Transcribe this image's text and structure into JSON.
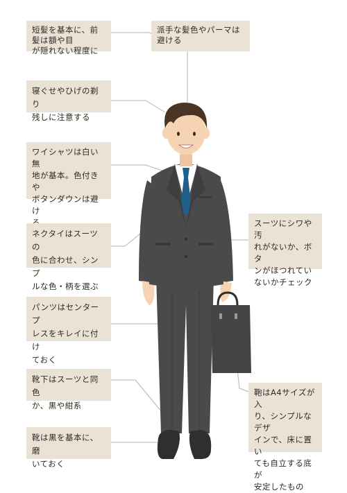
{
  "notes": {
    "short_hair": "短髪を基本に、前髪は額や目\nが隠れない程度に",
    "hair_color": "派手な髪色やパーマは\n避ける",
    "grooming": "寝ぐせやひげの剃り\n残しに注意する",
    "shirt": "ワイシャツは白い無\n地が基本。色付きや\nボタンダウンは避け\nる",
    "tie": "ネクタイはスーツの\n色に合わせ、シンプ\nルな色・柄を選ぶ",
    "suit": "スーツにシワや汚\nれがないか、ボタ\nンがほつれてい\nないかチェック",
    "pants": "パンツはセンタープ\nレスをキレイに付け\nておく",
    "socks": "靴下はスーツと同色\nか、黒や紺系",
    "bag": "鞄はA4サイズが入\nり、シンプルなデザ\nインで、床に置い\nても自立する底が\n安定したもの",
    "shoes": "靴は黒を基本に、磨\nいておく"
  },
  "colors": {
    "note_bg": "#ebe2d6",
    "suit": "#4a4a4c",
    "tie": "#1f5f8a",
    "hair": "#4a3524",
    "skin": "#f6d3b3"
  }
}
